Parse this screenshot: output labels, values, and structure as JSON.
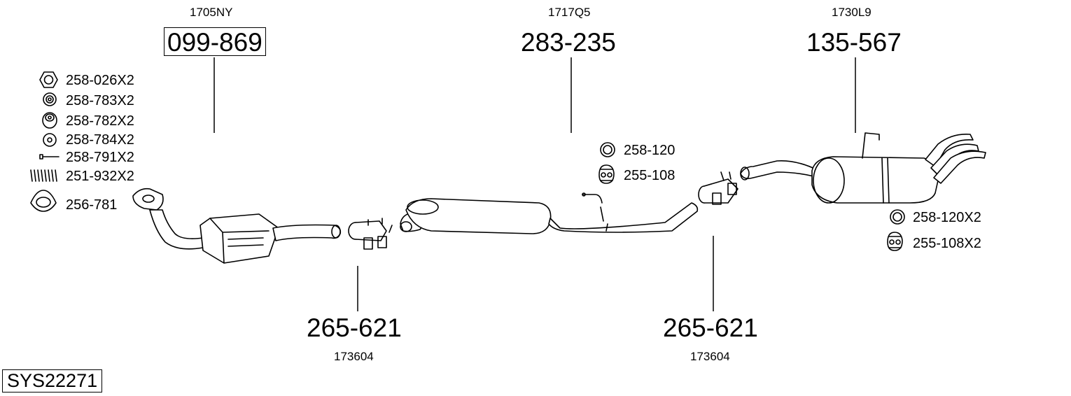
{
  "sections": [
    {
      "oe": "1705NY",
      "part": "099-869",
      "boxed": true
    },
    {
      "oe": "1717Q5",
      "part": "283-235"
    },
    {
      "oe": "1730L9",
      "part": "135-567"
    },
    {
      "oe": "173604",
      "part": "265-621"
    },
    {
      "oe": "173604",
      "part": "265-621"
    }
  ],
  "accessories_left": [
    {
      "label": "258-026X2",
      "icon": "hex-nut-icon"
    },
    {
      "label": "258-783X2",
      "icon": "rubber-ring-icon"
    },
    {
      "label": "258-782X2",
      "icon": "rubber-mount-icon"
    },
    {
      "label": "258-784X2",
      "icon": "washer-icon"
    },
    {
      "label": "258-791X2",
      "icon": "bolt-icon"
    },
    {
      "label": "251-932X2",
      "icon": "spring-icon"
    },
    {
      "label": "256-781",
      "icon": "gasket-ring-icon"
    }
  ],
  "accessories_mid": [
    {
      "label": "258-120",
      "icon": "rubber-ring-icon"
    },
    {
      "label": "255-108",
      "icon": "rubber-hanger-icon"
    }
  ],
  "accessories_right": [
    {
      "label": "258-120X2",
      "icon": "rubber-ring-icon"
    },
    {
      "label": "255-108X2",
      "icon": "rubber-hanger-icon"
    }
  ],
  "system_code": "SYS22271"
}
